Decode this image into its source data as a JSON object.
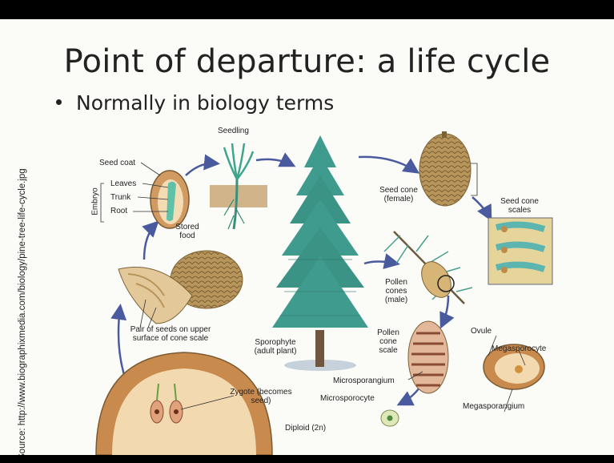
{
  "slide": {
    "title": "Point of departure:  a life cycle",
    "bullet": "Normally in biology terms",
    "source": "Source:  http://www.biographixmedia.com/biology/pine-tree-life-cycle.jpg"
  },
  "diagram": {
    "labels": {
      "seedling": "Seedling",
      "seed_coat": "Seed coat",
      "embryo": "Embryo",
      "leaves": "Leaves",
      "trunk": "Trunk",
      "root": "Root",
      "stored_food": "Stored food",
      "seed_cone": "Seed cone (female)",
      "seed_cone_scales": "Seed cone scales",
      "pollen_cones": "Pollen cones (male)",
      "pair_of_seeds": "Pair of seeds on upper surface of cone scale",
      "sporophyte": "Sporophyte (adult plant)",
      "pollen_cone_scale": "Pollen cone scale",
      "ovule": "Ovule",
      "megasporocyte": "Megasporocyte",
      "microsporangium": "Microsporangium",
      "megasporangium": "Megasporangium",
      "microsporocyte": "Microsporocyte",
      "zygote": "Zygote (becomes seed)",
      "diploid": "Diploid (2n)"
    }
  },
  "colors": {
    "tree": "#3f9b8e",
    "arrow": "#4a5a9e",
    "cone": "#b8955a",
    "seed": "#d29a63"
  }
}
